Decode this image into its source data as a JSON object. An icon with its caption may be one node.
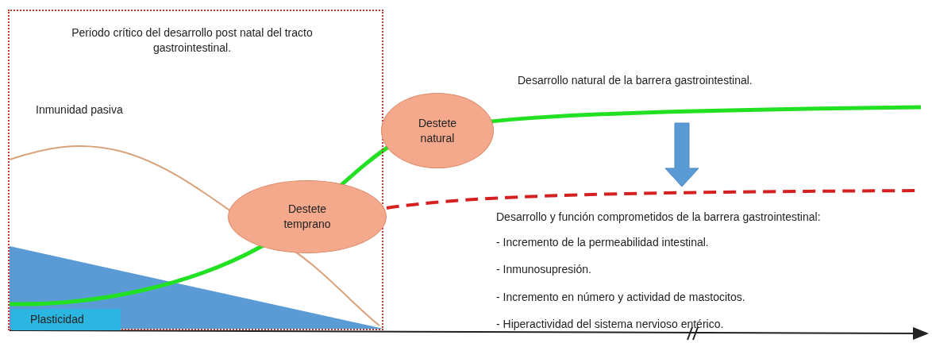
{
  "diagram": {
    "nodes": [
      {
        "text": [
          "Periodo crítico del desarrollo post natal del tracto gastrointestinal."
        ]
      },
      {
        "text": [
          "Destete temprano"
        ],
        "in": 0
      },
      {
        "text": [
          "Plasticidad"
        ],
        "in": 0
      },
      {
        "text": [
          "Destete natural"
        ]
      }
    ],
    "labels": [
      "Inmunidad pasiva",
      "Desarrollo natural de la barrera gastrointestinal.",
      "Desarrollo y función comprometidos de la barrera gastrointestinal:",
      "- Incremento de la permeabilidad intestinal.",
      "- Inmunosupresión.",
      "- Incremento en número y actividad de mastocitos.",
      "- Hiperactividad del sistema nervioso entérico."
    ]
  }
}
